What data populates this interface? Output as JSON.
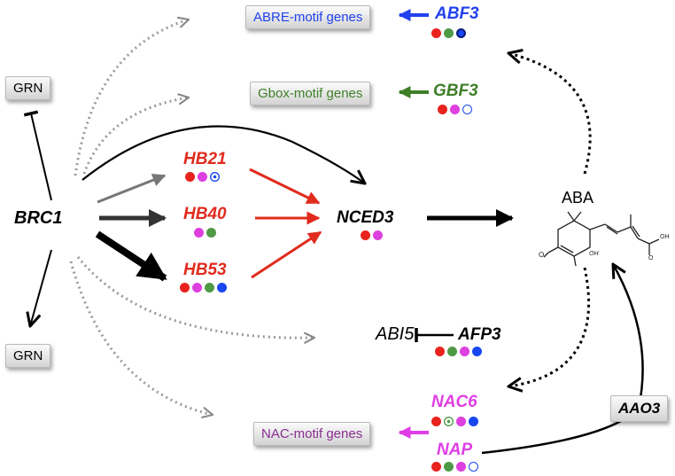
{
  "colors": {
    "red_dot": "#e8231e",
    "green_dot": "#4f9a45",
    "magenta_dot": "#de3fdf",
    "blue_dot": "#1846f0",
    "hb_red": "#e02b1d",
    "abf3_blue": "#2142ee",
    "gbf3_green": "#3e7f28",
    "nac_magenta": "#df3ee6",
    "grey_arrow": "#8a8a8a"
  },
  "nodes": {
    "brc1": "BRC1",
    "grn_top": "GRN",
    "grn_bottom": "GRN",
    "hb21": "HB21",
    "hb40": "HB40",
    "hb53": "HB53",
    "nced3": "NCED3",
    "aba": "ABA",
    "abf3": "ABF3",
    "gbf3": "GBF3",
    "abre_genes": "ABRE-motif genes",
    "gbox_genes": "Gbox-motif genes",
    "abi5": "ABI5",
    "afp3": "AFP3",
    "nac6": "NAC6",
    "nap": "NAP",
    "nac_genes": "NAC-motif genes",
    "aao3": "AAO3",
    "aba_oh": "OH"
  },
  "dot_sets": {
    "abf3": [
      "red",
      "green",
      "blue-ring"
    ],
    "gbf3": [
      "red",
      "magenta",
      "blue-open"
    ],
    "hb21": [
      "red",
      "magenta",
      "blue-target"
    ],
    "hb40": [
      "magenta",
      "green"
    ],
    "hb53": [
      "red",
      "magenta",
      "green",
      "blue"
    ],
    "nced3": [
      "red",
      "magenta"
    ],
    "afp3": [
      "red",
      "green",
      "magenta",
      "blue"
    ],
    "nac6": [
      "red",
      "green-target",
      "magenta",
      "blue"
    ],
    "nap": [
      "red",
      "green",
      "magenta",
      "blue-open"
    ]
  }
}
